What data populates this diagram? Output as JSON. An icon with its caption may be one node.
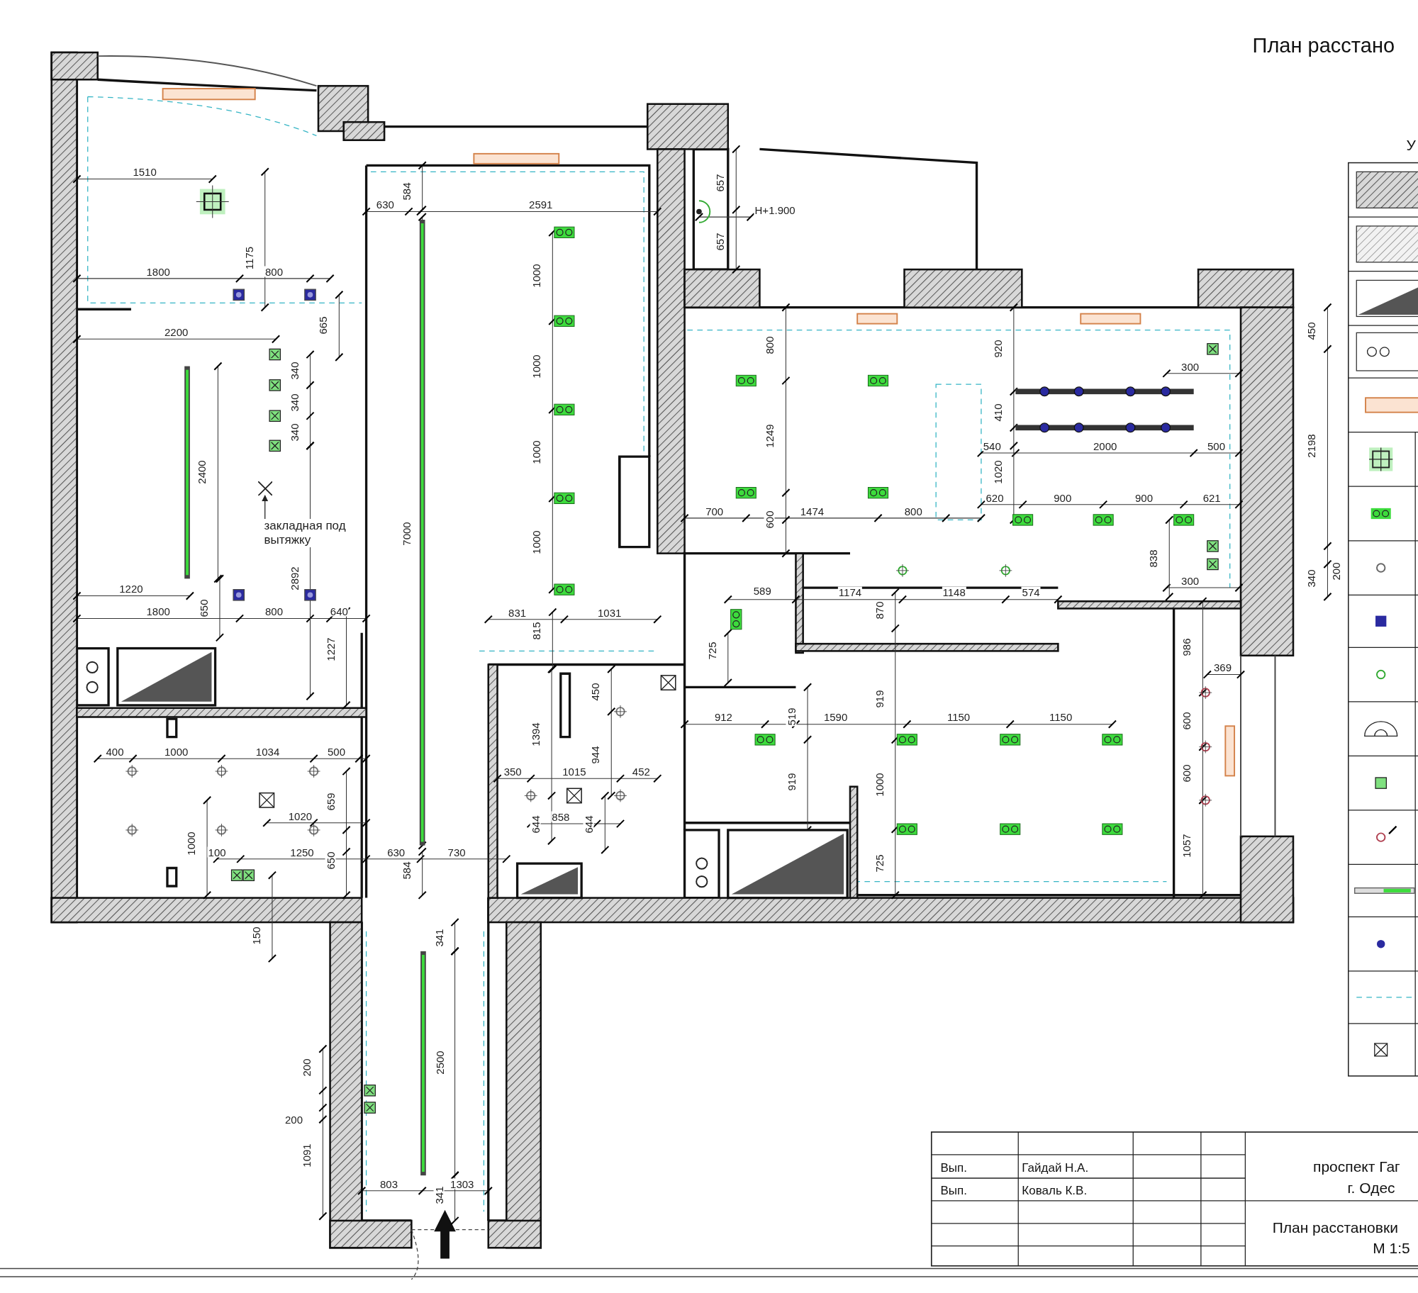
{
  "diagram": {
    "title": "План расстано",
    "nodes": [
      {
        "text": [
          "закладная под вытяжку"
        ]
      },
      {
        "text": [],
        "shape": "cross"
      }
    ],
    "edges": [
      {
        "from": 0,
        "to": 1,
        "arrow": "to"
      }
    ],
    "labels": [
      "1510",
      "1175",
      "1800",
      "800",
      "665",
      "2200",
      "340",
      "340",
      "340",
      "2400",
      "2892",
      "1220",
      "650",
      "1800",
      "800",
      "640",
      "1227",
      "400",
      "1000",
      "1034",
      "500",
      "659",
      "1020",
      "1000",
      "100",
      "1250",
      "650",
      "150",
      "630",
      "584",
      "2591",
      "1000",
      "1000",
      "1000",
      "7000",
      "1000",
      "831",
      "1031",
      "815",
      "630",
      "730",
      "584",
      "450",
      "1394",
      "944",
      "350",
      "1015",
      "452",
      "858",
      "644",
      "644",
      "341",
      "200",
      "2500",
      "200",
      "1091",
      "803",
      "1303",
      "341",
      "657",
      "H+1.900",
      "657",
      "800",
      "920",
      "450",
      "300",
      "410",
      "1249",
      "540",
      "2000",
      "500",
      "2198",
      "1020",
      "620",
      "900",
      "900",
      "621",
      "700",
      "1474",
      "800",
      "600",
      "838",
      "300",
      "340",
      "200",
      "589",
      "1174",
      "1148",
      "574",
      "870",
      "725",
      "986",
      "369",
      "912",
      "519",
      "1590",
      "1150",
      "1150",
      "919",
      "600",
      "919",
      "1000",
      "600",
      "725",
      "1057",
      "У",
      "Вып.",
      "Гайдай Н.А.",
      "Вып.",
      "Коваль К.В.",
      "проспект Гаг",
      "г. Одес",
      "План расстановки",
      "М 1:5"
    ]
  }
}
